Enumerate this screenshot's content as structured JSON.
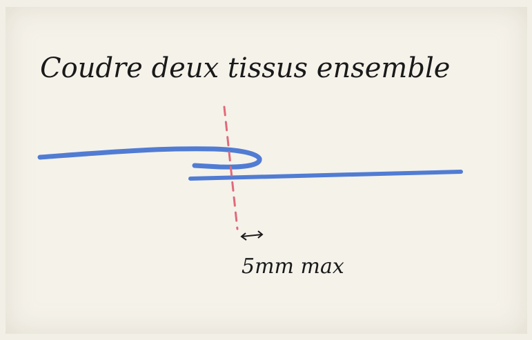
{
  "title": "Coudre deux tissus ensemble",
  "annotation": {
    "label": "5mm max"
  },
  "colors": {
    "paper": "#f5f2ea",
    "fabric_line": "#3f6fd0",
    "seam_line": "#e06a7a",
    "ink": "#1a1a1a"
  },
  "elements": {
    "top_fabric": "fabric-layer",
    "bottom_fabric": "fabric-layer",
    "seam": "stitch-line",
    "arrow": "double-arrow-icon"
  }
}
